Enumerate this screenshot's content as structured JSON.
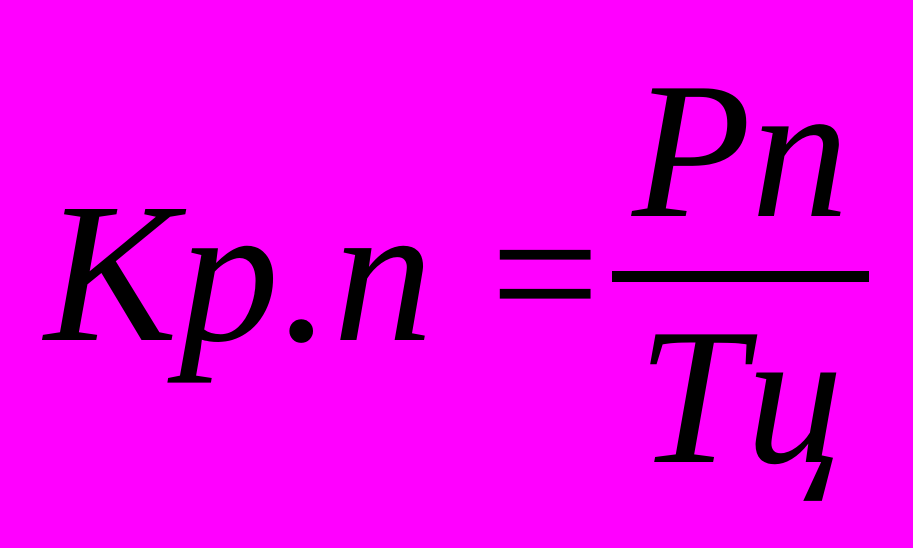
{
  "colors": {
    "background": "#FF00FF",
    "text": "#000000",
    "fraction_bar": "#000000"
  },
  "formula": {
    "lhs": "Кр.п",
    "equals": "=",
    "numerator": "Рп",
    "denominator": "Тц"
  }
}
